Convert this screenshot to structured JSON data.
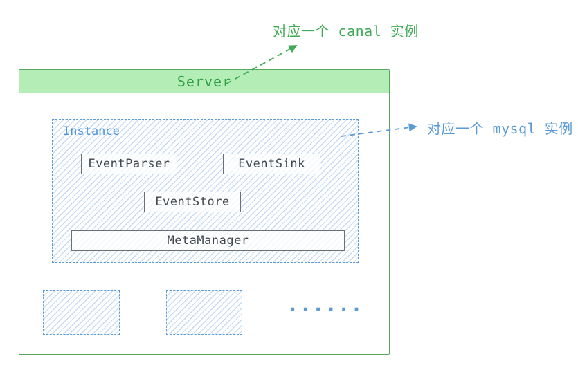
{
  "diagram": {
    "server": {
      "title": "Server",
      "border_color": "#5aa860",
      "header_fill": "#b4edb6",
      "title_color": "#2f9e44"
    },
    "instance": {
      "label": "Instance",
      "label_color": "#4d94d9",
      "border_color": "#5b9bd5",
      "components": [
        {
          "label": "EventParser"
        },
        {
          "label": "EventSink"
        },
        {
          "label": "EventStore"
        },
        {
          "label": "MetaManager"
        }
      ]
    },
    "placeholders": {
      "dots": "......",
      "dots_color": "#5b9bd5"
    },
    "annotations": {
      "canal": {
        "text": "对应一个 canal 实例",
        "color": "#41aa55"
      },
      "mysql": {
        "text": "对应一个 mysql 实例",
        "color": "#5b9bd5"
      }
    }
  }
}
